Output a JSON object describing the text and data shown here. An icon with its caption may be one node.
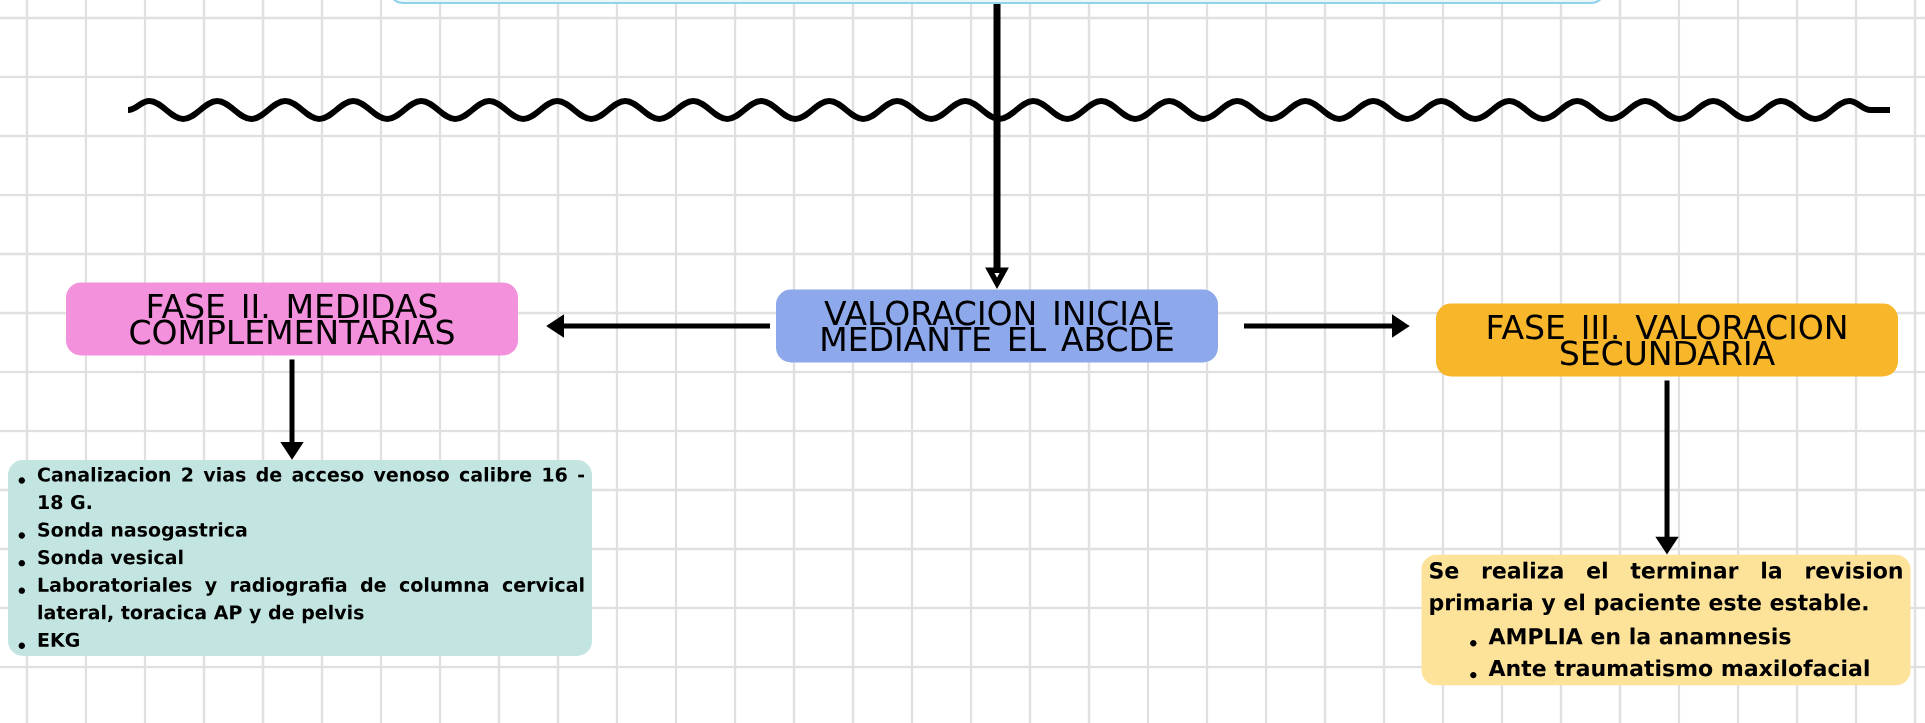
{
  "diagram": {
    "nodes": [
      {
        "text": [],
        "shape": "box"
      },
      {
        "text": [
          "VALORACION INICIAL MEDIANTE EL ABCDE"
        ]
      },
      {
        "text": [
          "FASE II. MEDIDAS COMPLEMENTARIAS"
        ]
      },
      {
        "text": [
          "FASE III. VALORACION SECUNDARIA"
        ]
      },
      {
        "text": [
          "Canalizacion 2 vias de acceso venoso calibre 16 - 18 G.",
          "Sonda nasogastrica",
          "Sonda vesical",
          "Laboratoriales y radiografia de columna cervical lateral, toracica AP y de pelvis",
          "EKG"
        ]
      },
      {
        "text": [
          "Se realiza el terminar la revision primaria y el paciente este estable.",
          "AMPLIA en la anamnesis",
          "Ante traumatismo maxilofacial"
        ]
      }
    ],
    "edges": [
      {
        "from": 0,
        "to": 1,
        "arrow": "to"
      },
      {
        "from": 1,
        "to": 2,
        "arrow": "to"
      },
      {
        "from": 1,
        "to": 3,
        "arrow": "to"
      },
      {
        "from": 2,
        "to": 4,
        "arrow": "to"
      },
      {
        "from": 3,
        "to": 5,
        "arrow": "to"
      }
    ]
  }
}
